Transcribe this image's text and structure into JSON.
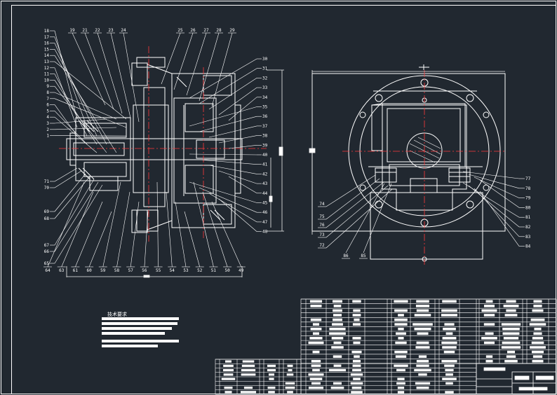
{
  "colors": {
    "background": "#212830",
    "line": "#ffffff",
    "center_line": "#ff3a3a",
    "dim_line": "#f0f0f0"
  },
  "drawing": {
    "left_view": {
      "callouts_left": [
        "18",
        "17",
        "16",
        "15",
        "14",
        "13",
        "12",
        "11",
        "10",
        "9",
        "8",
        "7",
        "6",
        "5",
        "4",
        "3",
        "2",
        "1"
      ],
      "callouts_top": [
        "19",
        "21",
        "22",
        "23",
        "24",
        "25",
        "26",
        "27",
        "28",
        "29"
      ],
      "callouts_right": [
        "30",
        "31",
        "32",
        "33",
        "34",
        "35",
        "36",
        "37",
        "38",
        "39",
        "40",
        "41",
        "42",
        "43",
        "44",
        "45",
        "46",
        "47",
        "48"
      ],
      "callouts_bottom": [
        "64",
        "63",
        "61",
        "60",
        "59",
        "58",
        "57",
        "56",
        "55",
        "54",
        "53",
        "52",
        "51",
        "50",
        "49"
      ],
      "callouts_lower_left": [
        "71",
        "70",
        "69",
        "68",
        "67",
        "66",
        "65"
      ]
    },
    "right_view": {
      "callouts_right": [
        "77",
        "78",
        "79",
        "80",
        "81",
        "82",
        "83",
        "84"
      ],
      "callouts_left": [
        "74",
        "75",
        "76",
        "73",
        "72"
      ],
      "callouts_bottom": [
        "86",
        "85"
      ]
    },
    "tech_notes": {
      "title": "技术要求"
    }
  }
}
